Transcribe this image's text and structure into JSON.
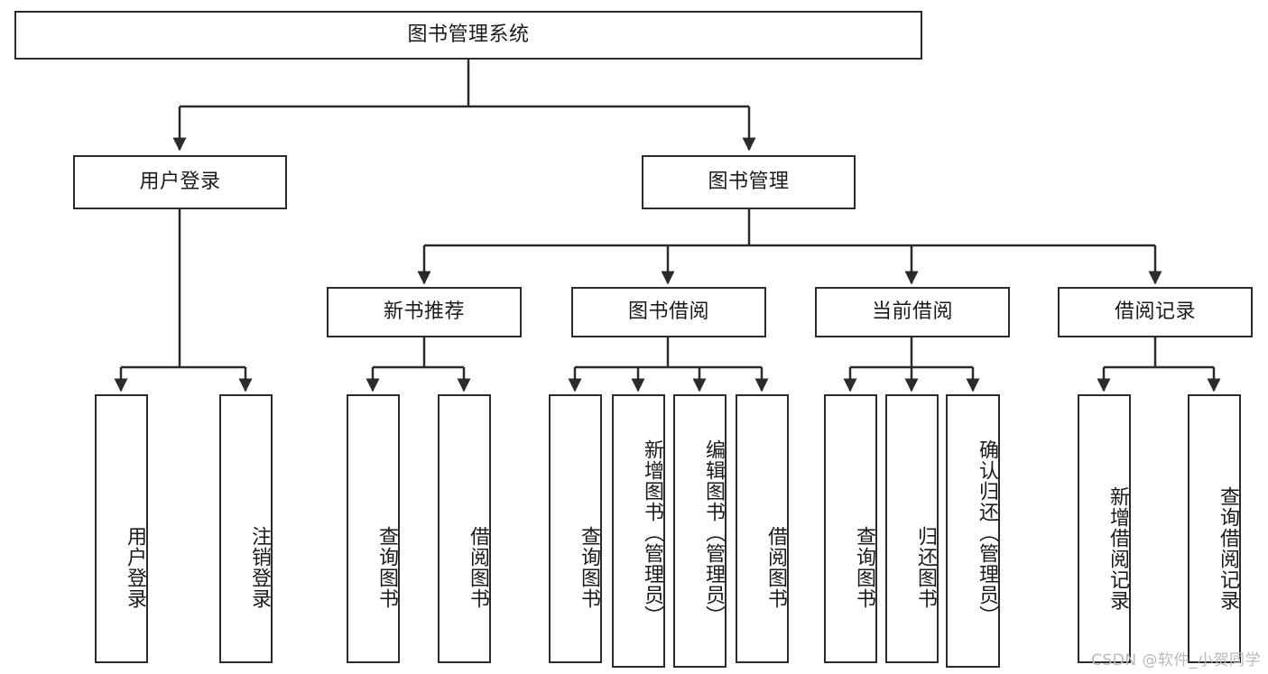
{
  "diagram": {
    "type": "tree-hierarchy",
    "title": "图书管理系统",
    "watermark": "CSDN @软件_小贺同学",
    "colors": {
      "stroke": "#2b2b2b",
      "fill": "#ffffff",
      "text": "#1a1a1a",
      "watermark": "#b9b9b9"
    },
    "nodes": {
      "root": {
        "label": "图书管理系统",
        "orientation": "horizontal",
        "level": 0
      },
      "l1": [
        {
          "id": "user-login",
          "label": "用户登录",
          "orientation": "horizontal",
          "level": 1
        },
        {
          "id": "book-manage",
          "label": "图书管理",
          "orientation": "horizontal",
          "level": 1
        }
      ],
      "l2": [
        {
          "id": "new-book-rec",
          "label": "新书推荐",
          "orientation": "horizontal",
          "level": 2,
          "parent": "book-manage"
        },
        {
          "id": "book-borrow",
          "label": "图书借阅",
          "orientation": "horizontal",
          "level": 2,
          "parent": "book-manage"
        },
        {
          "id": "current-borrow",
          "label": "当前借阅",
          "orientation": "horizontal",
          "level": 2,
          "parent": "book-manage"
        },
        {
          "id": "borrow-record",
          "label": "借阅记录",
          "orientation": "horizontal",
          "level": 2,
          "parent": "book-manage"
        }
      ],
      "leaves": [
        {
          "id": "leaf-user-login",
          "label": "用户登录",
          "orientation": "vertical",
          "parent": "user-login"
        },
        {
          "id": "leaf-logout",
          "label": "注销登录",
          "orientation": "vertical",
          "parent": "user-login"
        },
        {
          "id": "leaf-query-book-1",
          "label": "查询图书",
          "orientation": "vertical",
          "parent": "new-book-rec"
        },
        {
          "id": "leaf-borrow-book-1",
          "label": "借阅图书",
          "orientation": "vertical",
          "parent": "new-book-rec"
        },
        {
          "id": "leaf-query-book-2",
          "label": "查询图书",
          "orientation": "vertical",
          "parent": "book-borrow"
        },
        {
          "id": "leaf-add-book",
          "label": "新增图书（管理员）",
          "orientation": "vertical",
          "parent": "book-borrow"
        },
        {
          "id": "leaf-edit-book",
          "label": "编辑图书（管理员）",
          "orientation": "vertical",
          "parent": "book-borrow"
        },
        {
          "id": "leaf-borrow-book-2",
          "label": "借阅图书",
          "orientation": "vertical",
          "parent": "book-borrow"
        },
        {
          "id": "leaf-query-book-3",
          "label": "查询图书",
          "orientation": "vertical",
          "parent": "current-borrow"
        },
        {
          "id": "leaf-return-book",
          "label": "归还图书",
          "orientation": "vertical",
          "parent": "current-borrow"
        },
        {
          "id": "leaf-confirm-return",
          "label": "确认归还（管理员）",
          "orientation": "vertical",
          "parent": "current-borrow"
        },
        {
          "id": "leaf-add-record",
          "label": "新增借阅记录",
          "orientation": "vertical",
          "parent": "borrow-record"
        },
        {
          "id": "leaf-query-record",
          "label": "查询借阅记录",
          "orientation": "vertical",
          "parent": "borrow-record"
        }
      ]
    }
  }
}
